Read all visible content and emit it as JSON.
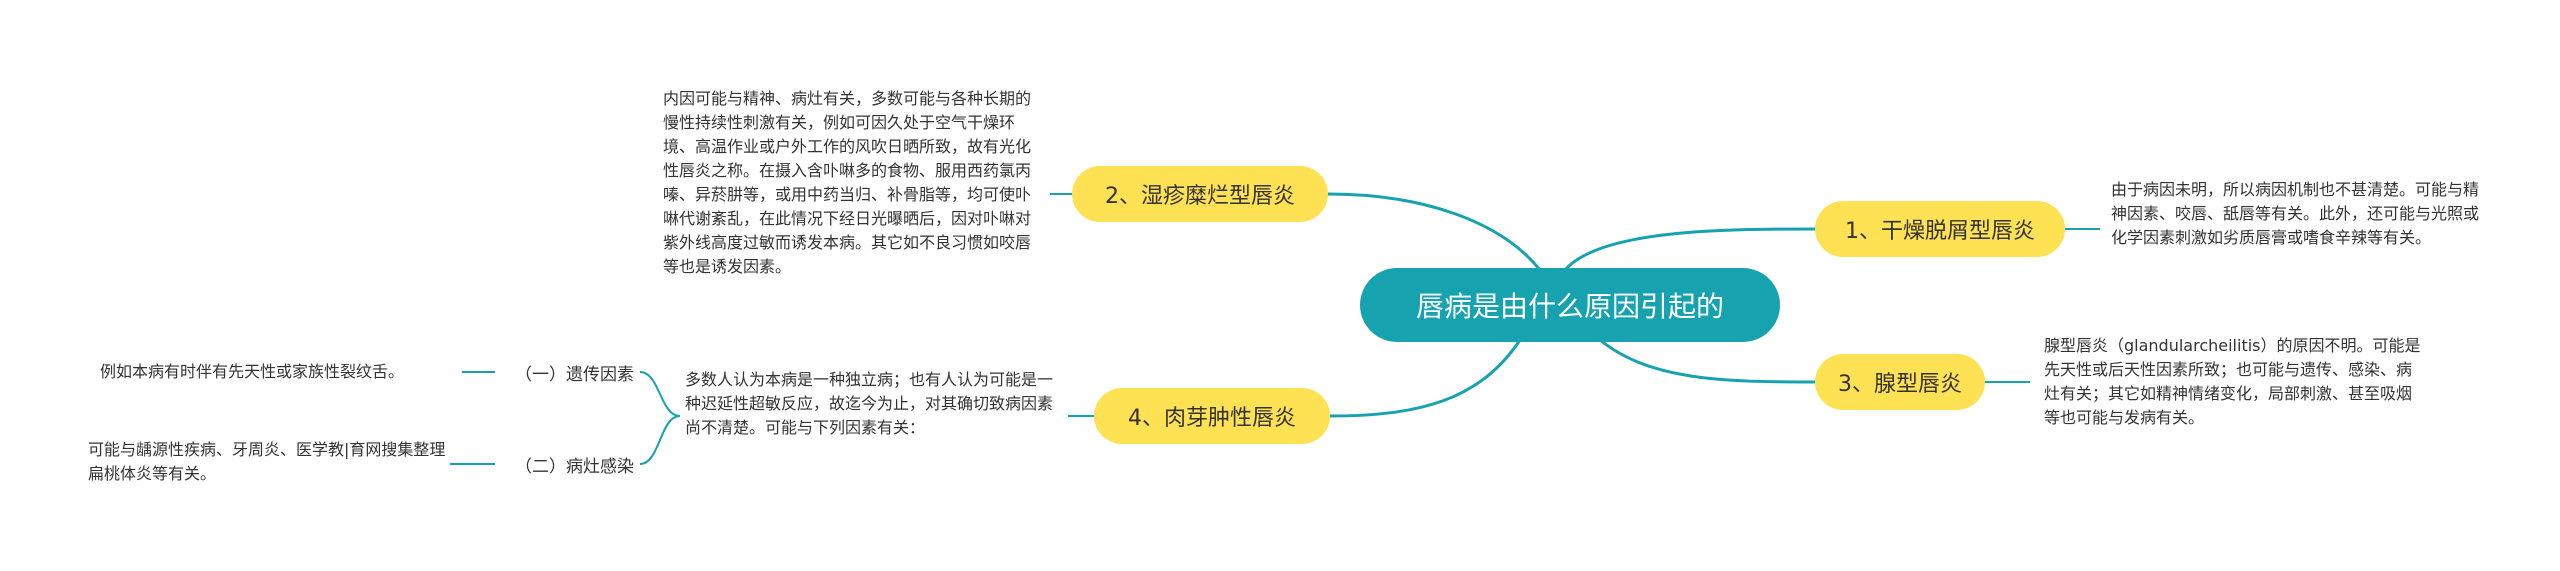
{
  "colors": {
    "root_fill": "#17a2b0",
    "branch_fill": "#ffe154",
    "link": "#17a2b0",
    "text": "#333333"
  },
  "root": {
    "label": "唇病是由什么原因引起的"
  },
  "branches": [
    {
      "label": "1、干燥脱屑型唇炎",
      "note": "由于病因未明，所以病因机制也不甚清楚。可能与精神因素、咬唇、舐唇等有关。此外，还可能与光照或化学因素刺激如劣质唇膏或嗜食辛辣等有关。"
    },
    {
      "label": "2、湿疹糜烂型唇炎",
      "note": "内因可能与精神、病灶有关，多数可能与各种长期的慢性持续性刺激有关，例如可因久处于空气干燥环境、高温作业或户外工作的风吹日晒所致，故有光化性唇炎之称。在摄入含卟啉多的食物、服用西药氯丙嗪、异菸肼等，或用中药当归、补骨脂等，均可使卟啉代谢紊乱，在此情况下经日光曝晒后，因对卟啉对紫外线高度过敏而诱发本病。其它如不良习惯如咬唇等也是诱发因素。"
    },
    {
      "label": "3、腺型唇炎",
      "note": "腺型唇炎（glandularcheilitis）的原因不明。可能是先天性或后天性因素所致；也可能与遗传、感染、病灶有关；其它如精神情绪变化，局部刺激、甚至吸烟等也可能与发病有关。"
    },
    {
      "label": "4、肉芽肿性唇炎",
      "note": "多数人认为本病是一种独立病；也有人认为可能是一种迟延性超敏反应，故迄今为止，对其确切致病因素尚不清楚。可能与下列因素有关：",
      "children": [
        {
          "label": "（一）遗传因素",
          "note": "例如本病有时伴有先天性或家族性裂纹舌。"
        },
        {
          "label": "（二）病灶感染",
          "note": "可能与龋源性疾病、牙周炎、医学教|育网搜集整理扁桃体炎等有关。"
        }
      ]
    }
  ]
}
